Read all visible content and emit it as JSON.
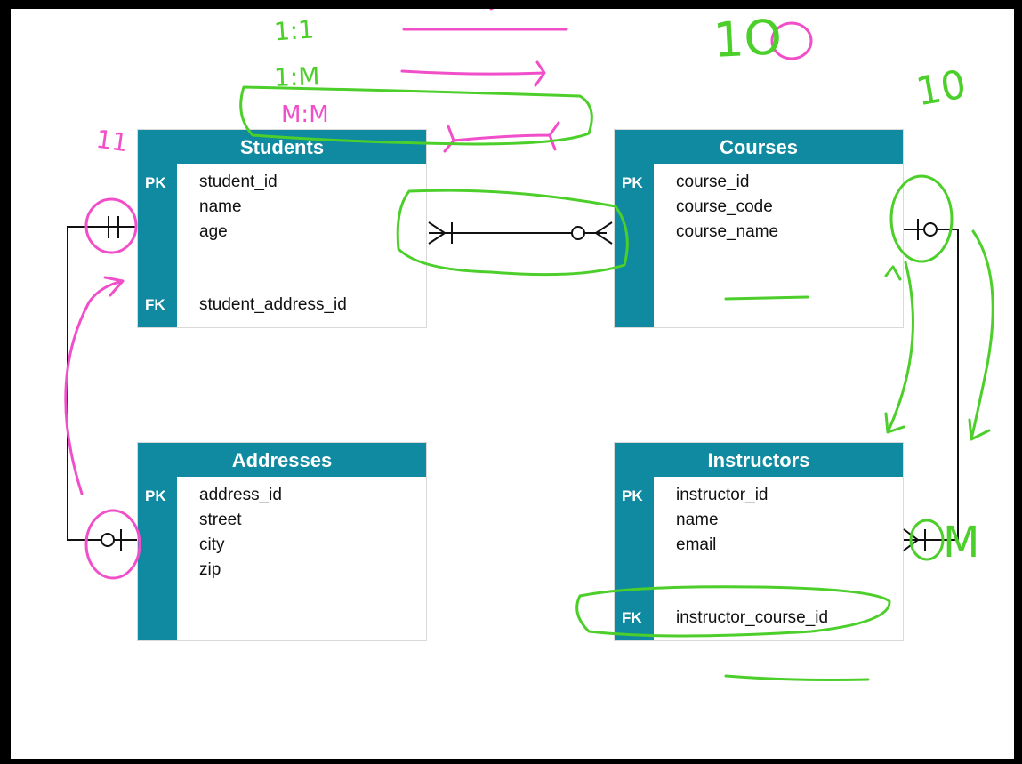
{
  "colors": {
    "header": "#0f8aa0",
    "pink_ink": "#f04fc9",
    "green_ink": "#4ccf2a",
    "line": "#111111"
  },
  "entities": {
    "students": {
      "title": "Students",
      "pk_label": "PK",
      "fk_label": "FK",
      "pk_fields": [
        "student_id",
        "name",
        "age"
      ],
      "fk_fields": [
        "student_address_id"
      ]
    },
    "courses": {
      "title": "Courses",
      "pk_label": "PK",
      "pk_fields": [
        "course_id",
        "course_code",
        "course_name"
      ]
    },
    "addresses": {
      "title": "Addresses",
      "pk_label": "PK",
      "pk_fields": [
        "address_id",
        "street",
        "city",
        "zip"
      ]
    },
    "instructors": {
      "title": "Instructors",
      "pk_label": "PK",
      "fk_label": "FK",
      "pk_fields": [
        "instructor_id",
        "name",
        "email"
      ],
      "fk_fields": [
        "instructor_course_id"
      ]
    }
  },
  "annotations": {
    "one_to_one": "1:1",
    "one_to_many": "1:M",
    "many_to_many": "M:M",
    "students_mark": "11",
    "courses_mark": "10",
    "header_mark": "1O",
    "instructors_mark": "M"
  }
}
